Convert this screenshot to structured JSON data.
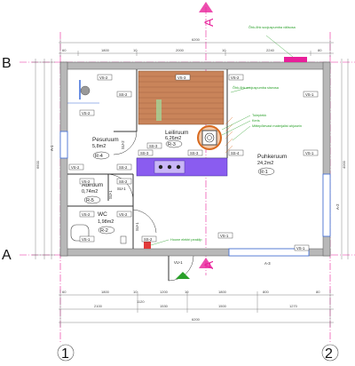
{
  "axes": {
    "row_b": "B",
    "row_a": "A",
    "col_1": "1",
    "col_2": "2",
    "section_top": "A",
    "section_bottom": "A"
  },
  "rooms": [
    {
      "name": "Leiliruum",
      "area": "6,26m2",
      "code": "R-3"
    },
    {
      "name": "Pesuruum",
      "area": "5,8m2",
      "code": "R-4"
    },
    {
      "name": "Abiruum",
      "area": "0,74m2",
      "code": "R-5"
    },
    {
      "name": "WC",
      "area": "1,98m2",
      "code": "R-2"
    },
    {
      "name": "Puhkeruum",
      "area": "24,2m2",
      "code": "R-1"
    }
  ],
  "doors": {
    "su2": "SU-2",
    "su1_a": "SU-1",
    "su1_b": "SU-1",
    "su1_c": "SU-1",
    "vu1": "VU-1"
  },
  "windows": {
    "a1": "A-1",
    "a2": "A-2",
    "a3": "A-3"
  },
  "wall_tags": {
    "vs3_top": "VS-3",
    "vs2_top": "VS-2",
    "vs2_right": "VS-2",
    "vs1_right": "VS-1",
    "ss3_a": "SS-3",
    "ss3_b": "SS-3",
    "ss3_c": "SS-3",
    "ss4": "SS-4",
    "vs2_pesu": "VS-2",
    "vs2_pesu_b": "VS-2",
    "ss2_pesu": "SS-2",
    "vs2_abi": "VS-2",
    "ss2_abi": "SS-2",
    "vs2_wc": "VS-2",
    "ss2_wc": "SS-2",
    "vs2_wc_b": "VS-2",
    "ss2_bottom": "SS-2",
    "vs1_bottom": "VS-1",
    "vs1_puhke": "VS-1",
    "vs1_right_low": "VS-1",
    "vs1_bottom_r": "VS-1"
  },
  "notes": {
    "vent_top": "Õhk-õhk soojuspumba välisosa",
    "vent_mid": "Õhk-õhk soojuspumba siseosa",
    "fire_1": "Tuleplekk",
    "fire_2": "Keris",
    "fire_3": "Mittepõlevast materjalist ahjusein",
    "entrance": "Hoone elektri peakilp"
  },
  "dims_top_overall": "6200",
  "dims_top_parts": [
    "60",
    "1800",
    "10",
    "2000",
    "10",
    "2240",
    "80"
  ],
  "dims_bottom_overall": "6200",
  "dims_bottom_parts": [
    "60",
    "1800",
    "10",
    "1200",
    "10",
    "1800",
    "800",
    "80"
  ],
  "dims_bottom_mid": [
    "2100",
    "1530",
    "1500",
    "1270"
  ],
  "dims_bottom_extra": "1120",
  "dims_left_overall": "6600",
  "dims_right_overall": "4000",
  "colors": {
    "wall": "#b8b8b8",
    "axis_line": "#e8209a",
    "sauna_floor": "#c9845a",
    "stove": "#d86a1f",
    "bench": "#8a5cf0",
    "note": "#2aa02a"
  }
}
